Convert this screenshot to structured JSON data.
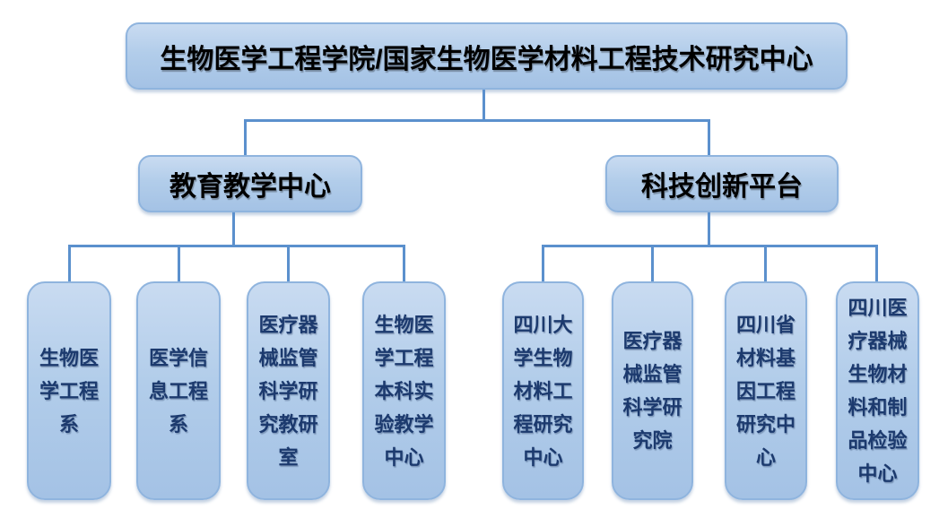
{
  "org_chart": {
    "type": "org-chart",
    "root": {
      "label": "生物医学工程学院/国家生物医学材料工程技术研究中心"
    },
    "branches": [
      {
        "label": "教育教学中心",
        "children": [
          {
            "label": "生物医\n学工程\n系"
          },
          {
            "label": "医学信\n息工程\n系"
          },
          {
            "label": "医疗器\n械监管\n科学研\n究教研\n室"
          },
          {
            "label": "生物医\n学工程\n本科实\n验教学\n中心"
          }
        ]
      },
      {
        "label": "科技创新平台",
        "children": [
          {
            "label": "四川大\n学生物\n材料工\n程研究\n中心"
          },
          {
            "label": "医疗器\n械监管\n科学研\n究院"
          },
          {
            "label": "四川省\n材料基\n因工程\n研究中\n心"
          },
          {
            "label": "四川医\n疗器械\n生物材\n料和制\n品检验\n中心"
          }
        ]
      }
    ],
    "colors": {
      "background": "#ffffff",
      "box_fill_top": "#c9dbf1",
      "box_fill_bottom": "#a4c2e5",
      "box_border": "#8fb4de",
      "connector_line": "#5b90cd",
      "root_text": "#000000",
      "dept_text": "#1c3a6e"
    }
  }
}
